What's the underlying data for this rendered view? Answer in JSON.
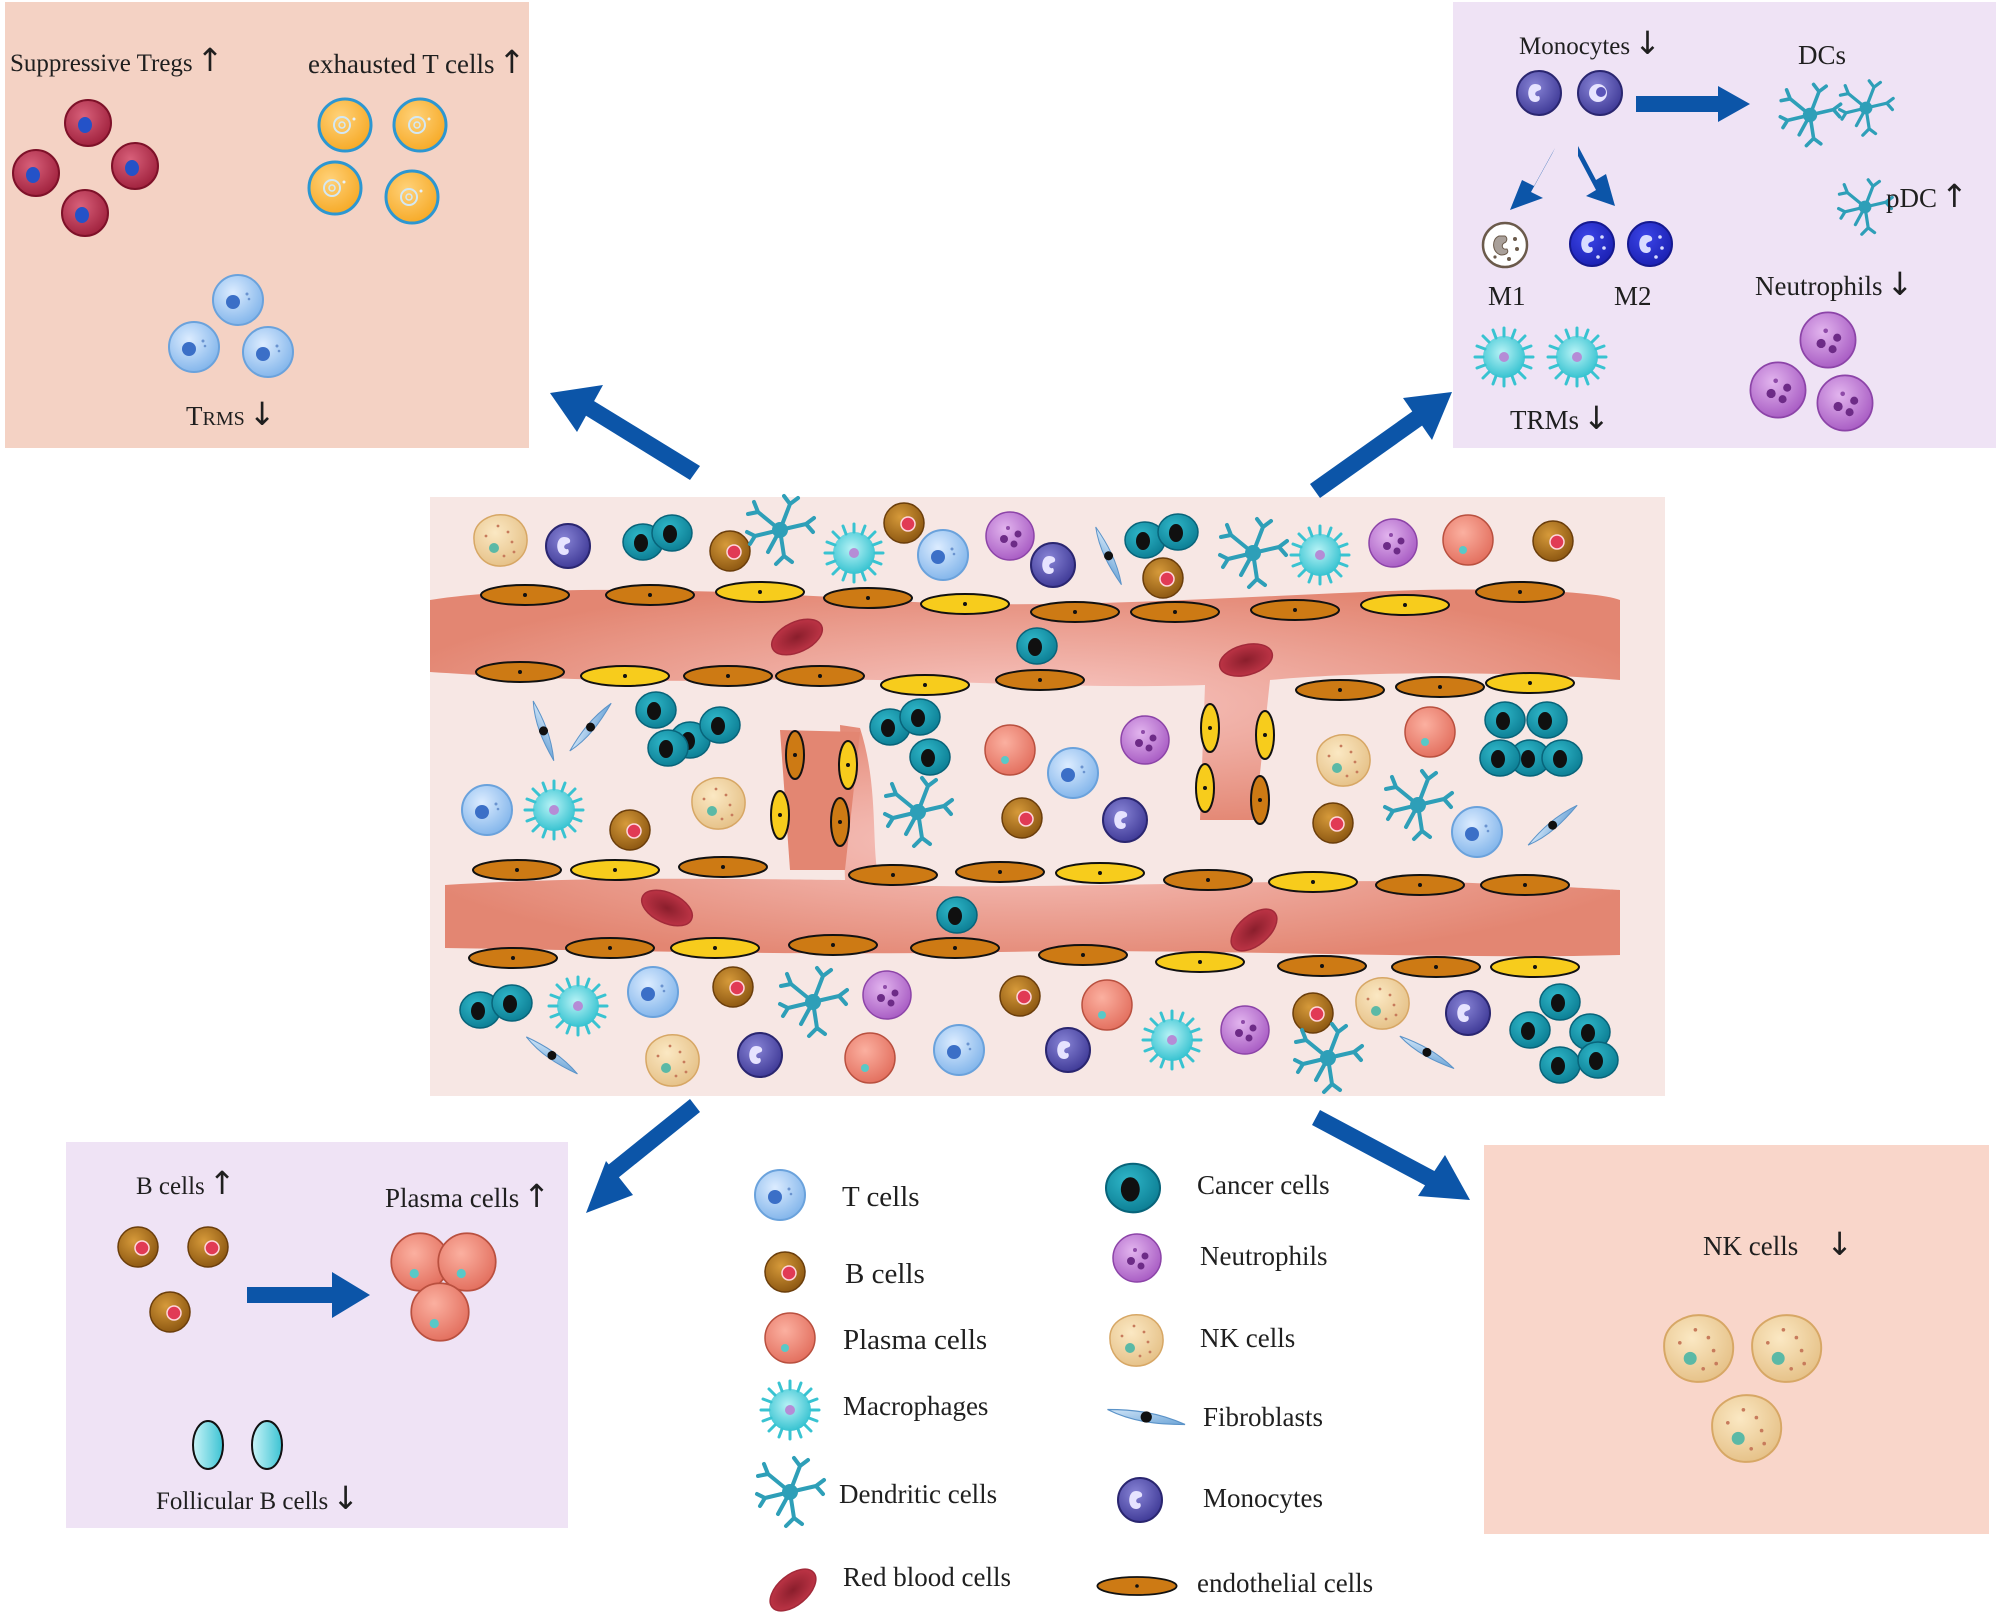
{
  "colors": {
    "panel_pink": "#f4d2c4",
    "panel_lavender": "#efe3f5",
    "panel_salmon": "#f9d6ca",
    "tissue": "#f7e7e4",
    "vessel": "#e38672",
    "arrow_blue": "#0c55a8"
  },
  "panels": {
    "top_left": {
      "tregs_label": "Suppressive Tregs",
      "tregs_arrow": "↑",
      "exhausted_label": "exhausted T cells",
      "exhausted_arrow": "↑",
      "trms_label_main": "T",
      "trms_label_sub": "RMS",
      "trms_arrow": "↓"
    },
    "top_right": {
      "monocytes_label": "Monocytes",
      "monocytes_arrow": "↓",
      "dcs_label": "DCs",
      "pdc_label": "pDC",
      "pdc_arrow": "↑",
      "m1_label": "M1",
      "m2_label": "M2",
      "neutrophils_label": "Neutrophils",
      "neutrophils_arrow": "↓",
      "trms_label": "TRMs",
      "trms_arrow": "↓"
    },
    "bottom_left": {
      "bcells_label": "B cells",
      "bcells_arrow": "↑",
      "plasma_label": "Plasma cells",
      "plasma_arrow": "↑",
      "follicular_label": "Follicular B cells",
      "follicular_arrow": "↓"
    },
    "bottom_right": {
      "nk_label": "NK cells",
      "nk_arrow": "↓"
    }
  },
  "legend": {
    "items": [
      {
        "label": "T cells",
        "icon": "t-cell-icon"
      },
      {
        "label": "B cells",
        "icon": "b-cell-icon"
      },
      {
        "label": "Plasma cells",
        "icon": "plasma-cell-icon"
      },
      {
        "label": "Macrophages",
        "icon": "macrophage-icon"
      },
      {
        "label": "Dendritic cells",
        "icon": "dendritic-cell-icon"
      },
      {
        "label": "Red blood cells",
        "icon": "red-blood-cell-icon"
      },
      {
        "label": "Cancer cells",
        "icon": "cancer-cell-icon"
      },
      {
        "label": "Neutrophils",
        "icon": "neutrophil-icon"
      },
      {
        "label": "NK cells",
        "icon": "nk-cell-icon"
      },
      {
        "label": "Fibroblasts",
        "icon": "fibroblast-icon"
      },
      {
        "label": "Monocytes",
        "icon": "monocyte-icon"
      },
      {
        "label": "endothelial cells",
        "icon": "endothelial-cell-icon"
      }
    ]
  }
}
